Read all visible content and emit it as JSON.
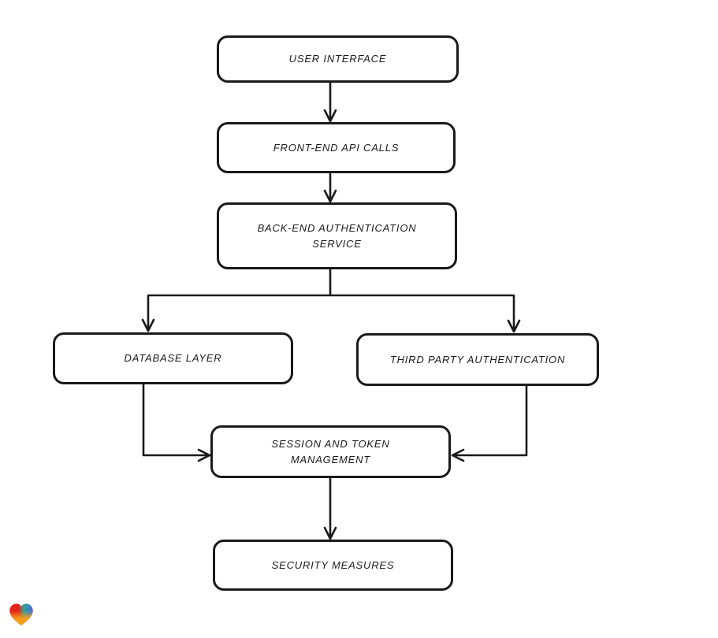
{
  "diagram": {
    "stroke_color": "#1a1a1a",
    "text_color": "#1b1b1b",
    "background_color": "#ffffff",
    "nodes": [
      {
        "id": "user-interface",
        "lines": [
          "USER INTERFACE"
        ]
      },
      {
        "id": "front-end-api-calls",
        "lines": [
          "FRONT-END API CALLS"
        ]
      },
      {
        "id": "back-end-authentication-service",
        "lines": [
          "BACK-END AUTHENTICATION",
          "SERVICE"
        ]
      },
      {
        "id": "database-layer",
        "lines": [
          "DATABASE LAYER"
        ]
      },
      {
        "id": "third-party-authentication",
        "lines": [
          "THIRD PARTY AUTHENTICATION"
        ]
      },
      {
        "id": "session-and-token-management",
        "lines": [
          "SESSION AND TOKEN",
          "MANAGEMENT"
        ]
      },
      {
        "id": "security-measures",
        "lines": [
          "SECURITY MEASURES"
        ]
      }
    ],
    "edges": [
      {
        "from": "user-interface",
        "to": "front-end-api-calls"
      },
      {
        "from": "front-end-api-calls",
        "to": "back-end-authentication-service"
      },
      {
        "from": "back-end-authentication-service",
        "to": "database-layer"
      },
      {
        "from": "back-end-authentication-service",
        "to": "third-party-authentication"
      },
      {
        "from": "database-layer",
        "to": "session-and-token-management"
      },
      {
        "from": "third-party-authentication",
        "to": "session-and-token-management"
      },
      {
        "from": "session-and-token-management",
        "to": "security-measures"
      }
    ]
  },
  "logo": {
    "name": "eraser-heart-logo",
    "colors": {
      "red": "#e3231a",
      "orange": "#f59c1a",
      "teal": "#2ba69a",
      "blue": "#6a5bd8"
    }
  }
}
